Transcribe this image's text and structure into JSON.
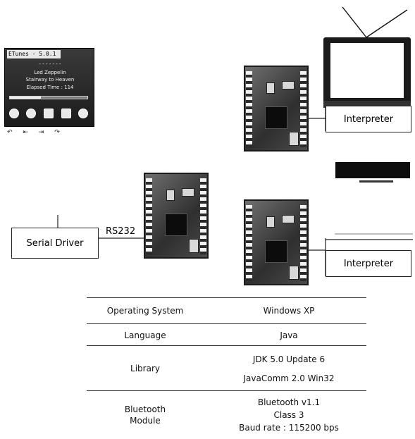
{
  "phone": {
    "title": "ETunes - 5.0.1",
    "lines": [
      "- - - - - - -",
      "Led Zeppelin",
      "Stairway to Heaven",
      "Elapsed Time : 114"
    ],
    "progress": 0.4,
    "caption": "↶ ⇤ ⇥ ↷"
  },
  "labels": {
    "serial_driver": "Serial Driver",
    "rs232": "RS232",
    "interpreter_top": "Interpreter",
    "interpreter_bottom": "Interpreter"
  },
  "spec_table": {
    "rows": [
      {
        "key": "Operating System",
        "values": [
          "Windows XP"
        ]
      },
      {
        "key": "Language",
        "values": [
          "Java"
        ]
      },
      {
        "key": "Library",
        "values": [
          "JDK 5.0 Update 6",
          "JavaComm 2.0  Win32"
        ]
      },
      {
        "key": "Bluetooth\nModule",
        "values": [
          "Bluetooth  v1.1",
          "Class 3",
          "Baud rate : 115200 bps"
        ]
      }
    ]
  },
  "colors": {
    "line": "#222222",
    "device": "#111111"
  },
  "icons": [
    "phone-prev-icon",
    "phone-play-icon",
    "phone-stop-icon",
    "phone-pause-icon",
    "phone-next-icon"
  ]
}
